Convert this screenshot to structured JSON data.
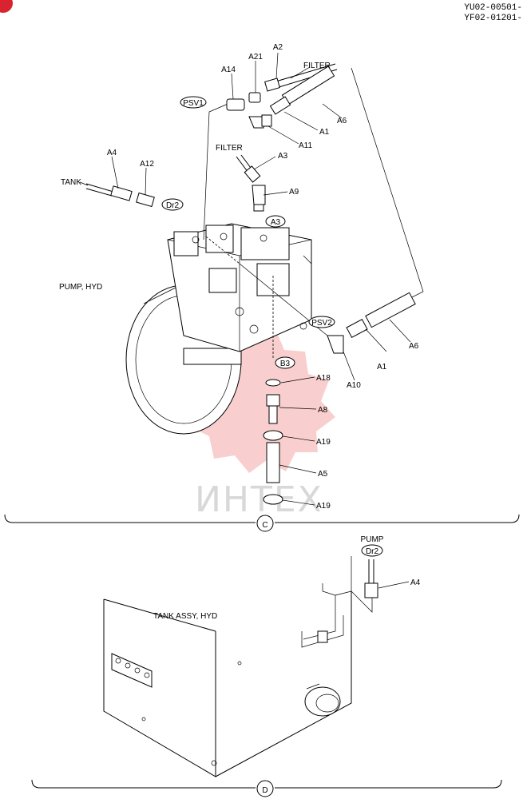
{
  "header": {
    "code_line_1": "YU02-00501-",
    "code_line_2": "YF02-01201-"
  },
  "corner_badge_color": "#d9232e",
  "watermark": {
    "text": "ИНТЕХ",
    "color": "#f4a6a6"
  },
  "section_c": {
    "marker": "C",
    "callouts": {
      "a2": "A2",
      "filter_top": "FILTER",
      "a21": "A21",
      "a14": "A14",
      "psv1": "PSV1",
      "a6_top": "A6",
      "a1_top": "A1",
      "a11": "A11",
      "filter_mid": "FILTER",
      "a3": "A3",
      "a9": "A9",
      "a4": "A4",
      "a12": "A12",
      "tank": "TANK",
      "dr2": "Dr2",
      "a3_tag": "A3",
      "pump_hyd": "PUMP, HYD",
      "psv2": "PSV2",
      "a6_right": "A6",
      "a1_right": "A1",
      "a10": "A10",
      "b3": "B3",
      "a18": "A18",
      "a8": "A8",
      "a19_top": "A19",
      "a5": "A5",
      "a19_bottom": "A19"
    }
  },
  "section_d": {
    "marker": "D",
    "callouts": {
      "pump": "PUMP",
      "dr2": "Dr2",
      "a4": "A4",
      "tank_assy": "TANK ASSY, HYD"
    }
  }
}
